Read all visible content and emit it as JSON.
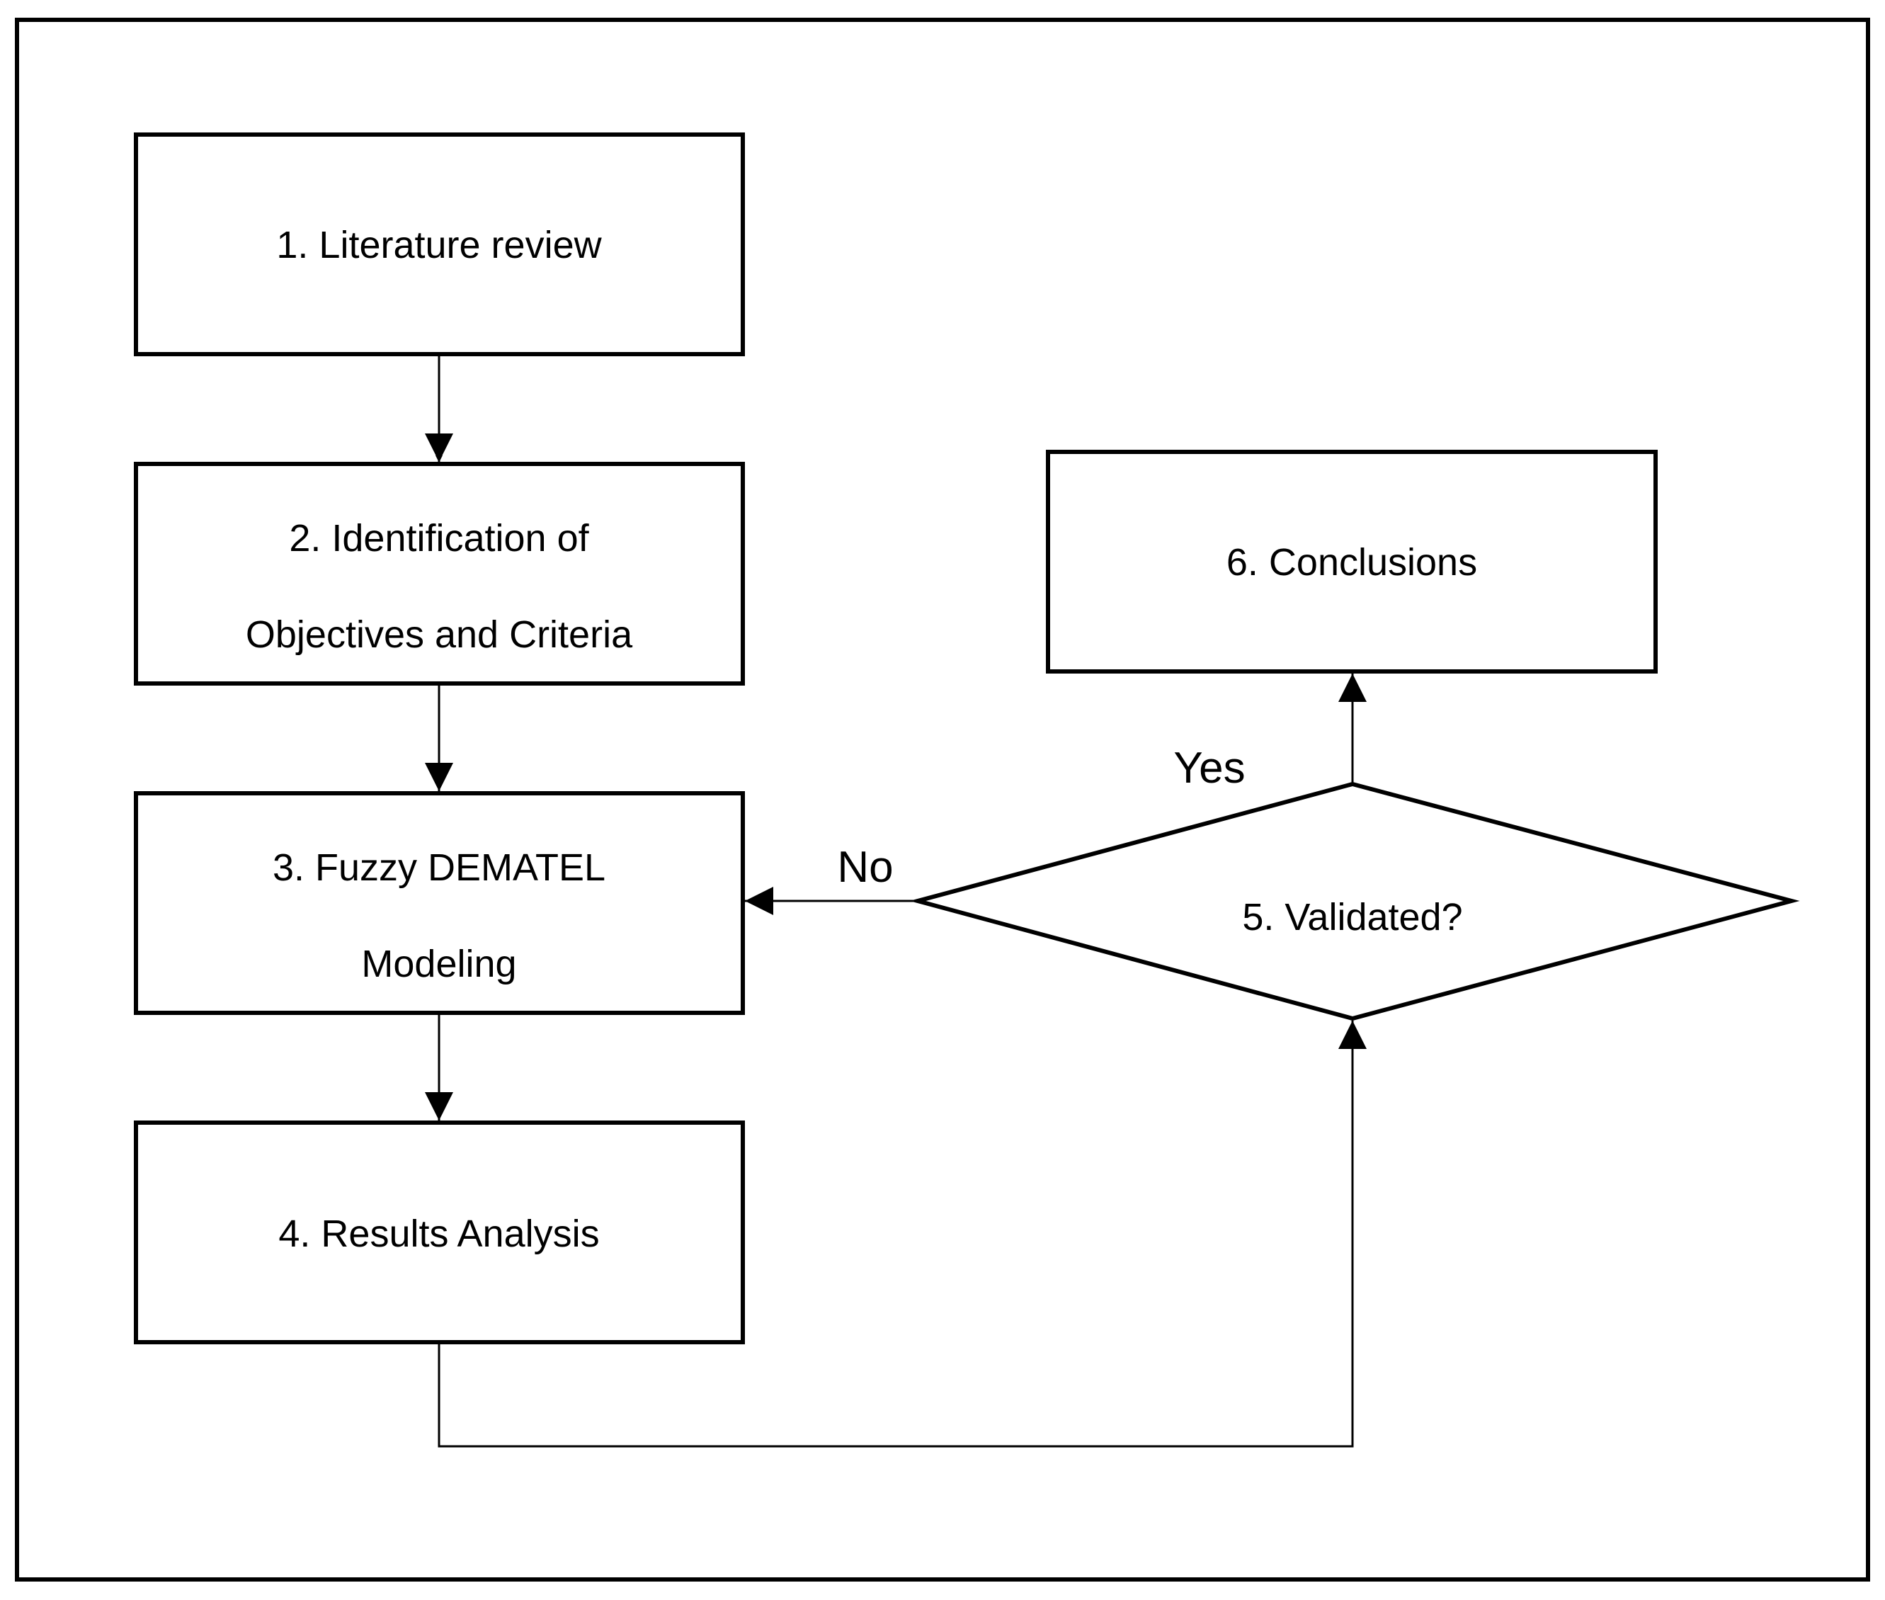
{
  "nodes": {
    "literature_review": {
      "lines": [
        "1. Literature review"
      ]
    },
    "identification": {
      "lines": [
        "2. Identification of",
        "Objectives and Criteria"
      ]
    },
    "fuzzy_dematel": {
      "lines": [
        "3. Fuzzy DEMATEL",
        "Modeling"
      ]
    },
    "results_analysis": {
      "lines": [
        "4. Results Analysis"
      ]
    },
    "validated": {
      "lines": [
        "5. Validated?"
      ]
    },
    "conclusions": {
      "lines": [
        "6. Conclusions"
      ]
    }
  },
  "edges": {
    "no_label": "No",
    "yes_label": "Yes"
  },
  "colors": {
    "stroke": "#000000",
    "background": "#ffffff"
  }
}
